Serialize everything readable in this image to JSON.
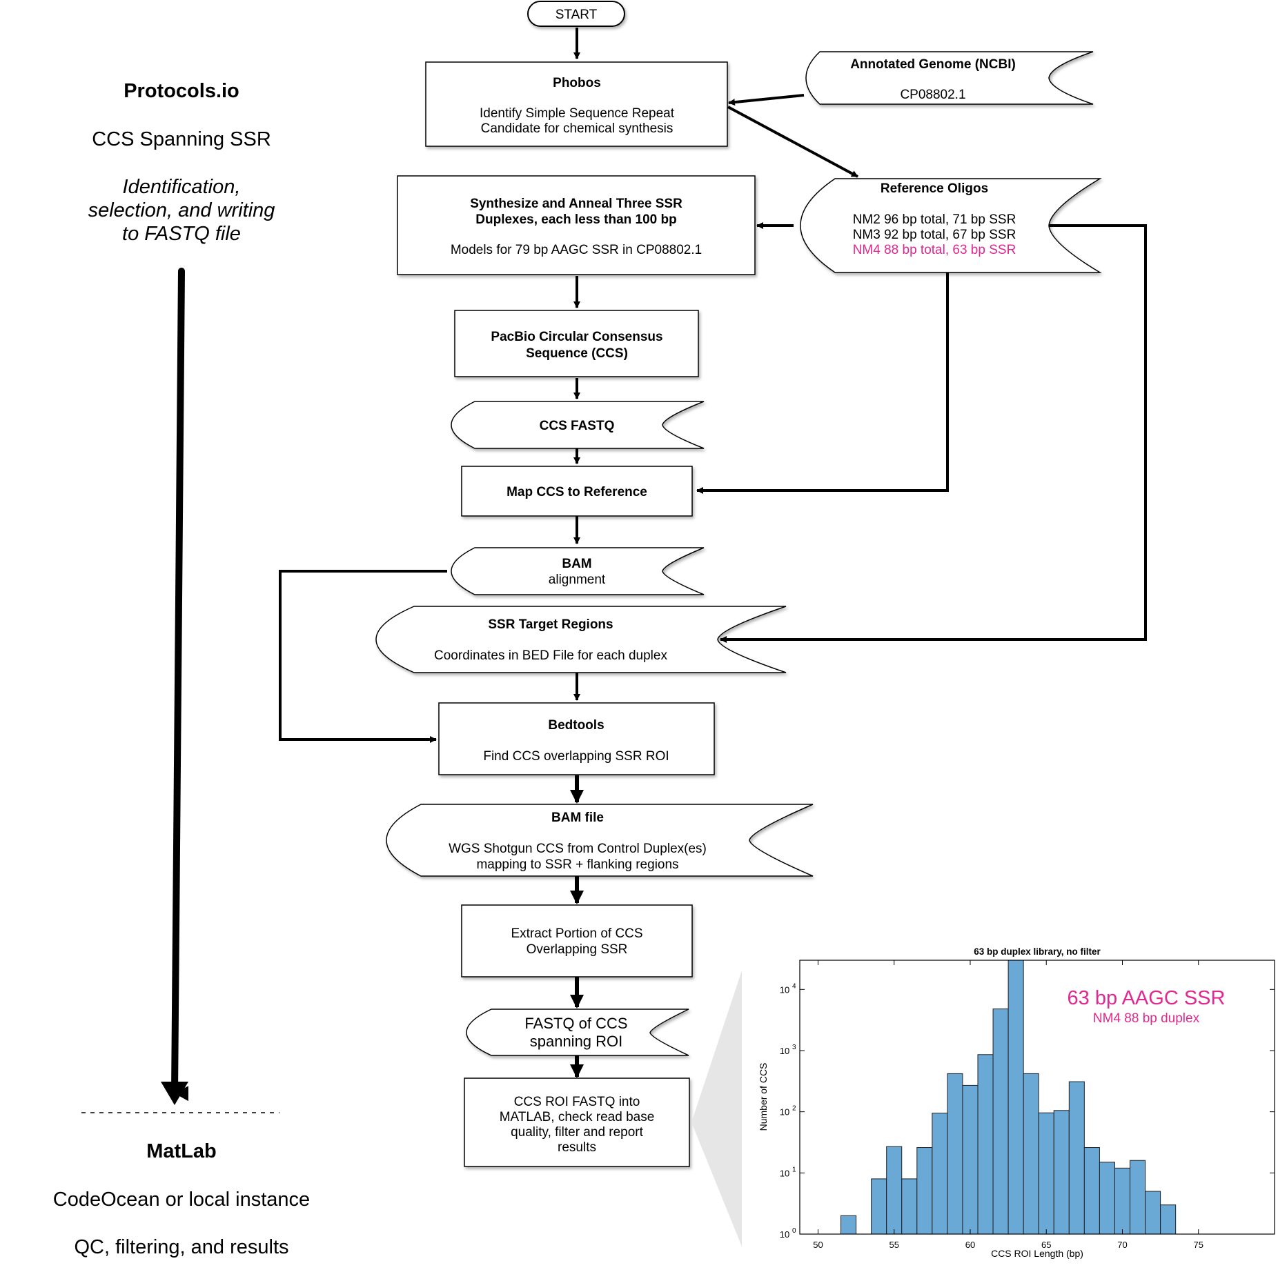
{
  "colors": {
    "accent": "#e0288f",
    "bar": "#6aa8d6",
    "bar_edge": "#1f1f1f",
    "line": "#000000"
  },
  "sidebar": {
    "protocols_title": "Protocols.io",
    "protocols_subtitle": "CCS Spanning SSR",
    "protocols_desc": [
      "Identification,",
      "selection, and writing",
      "to FASTQ file"
    ],
    "matlab_title": "MatLab",
    "matlab_subtitle": "CodeOcean or local instance",
    "matlab_desc": "QC, filtering, and results"
  },
  "flow": {
    "start": "START",
    "phobos": {
      "title": "Phobos",
      "lines": [
        "Identify Simple Sequence  Repeat",
        "Candidate for chemical synthesis"
      ]
    },
    "genome": {
      "title": "Annotated Genome (NCBI)",
      "id": "CP08802.1"
    },
    "ref_oligos": {
      "title": "Reference Oligos",
      "lines": [
        "NM2 96 bp total, 71 bp SSR",
        "NM3 92 bp total, 67 bp SSR",
        "NM4 88 bp total, 63 bp SSR"
      ]
    },
    "synth": {
      "title_lines": [
        "Synthesize and Anneal Three SSR",
        "Duplexes, each less than 100 bp"
      ],
      "detail": "Models for 79 bp AAGC SSR in CP08802.1"
    },
    "pacbio": {
      "lines": [
        "PacBio Circular Consensus",
        "Sequence (CCS)"
      ]
    },
    "ccs_fastq": "CCS FASTQ",
    "map": "Map CCS to Reference",
    "bam": {
      "title": "BAM",
      "sub": "alignment"
    },
    "ssr_target": {
      "title": "SSR Target Regions",
      "detail": "Coordinates in BED File for each duplex"
    },
    "bedtools": {
      "title": "Bedtools",
      "detail": "Find CCS overlapping SSR ROI"
    },
    "bam_file": {
      "title": "BAM file",
      "lines": [
        "WGS Shotgun CCS from Control Duplex(es)",
        "mapping to SSR + flanking regions"
      ]
    },
    "extract": {
      "lines": [
        "Extract Portion of CCS",
        "Overlapping SSR"
      ]
    },
    "fastq_roi": {
      "lines": [
        "FASTQ of CCS",
        "spanning ROI"
      ]
    },
    "matlab_step": {
      "lines": [
        "CCS ROI  FASTQ into",
        "MATLAB,  check read base",
        "quality, filter and report",
        "results"
      ]
    }
  },
  "chart_data": {
    "type": "bar",
    "title": "63 bp duplex library, no filter",
    "xlabel": "CCS ROI Length (bp)",
    "ylabel": "Number of CCS",
    "x_scale": "linear",
    "y_scale": "log",
    "xlim": [
      48.8,
      80
    ],
    "ylim": [
      1,
      30000
    ],
    "xticks": [
      50,
      55,
      60,
      65,
      70,
      75
    ],
    "yticks": [
      1,
      10,
      100,
      1000,
      10000
    ],
    "ytick_labels": [
      {
        "base": "10",
        "exp": "0"
      },
      {
        "base": "10",
        "exp": "1"
      },
      {
        "base": "10",
        "exp": "2"
      },
      {
        "base": "10",
        "exp": "3"
      },
      {
        "base": "10",
        "exp": "4"
      }
    ],
    "bin_width": 1,
    "bins": [
      {
        "x": 51,
        "y": 1
      },
      {
        "x": 52,
        "y": 2
      },
      {
        "x": 53,
        "y": 1
      },
      {
        "x": 54,
        "y": 8
      },
      {
        "x": 55,
        "y": 27
      },
      {
        "x": 56,
        "y": 8
      },
      {
        "x": 57,
        "y": 26
      },
      {
        "x": 58,
        "y": 95
      },
      {
        "x": 59,
        "y": 420
      },
      {
        "x": 60,
        "y": 270
      },
      {
        "x": 61,
        "y": 860
      },
      {
        "x": 62,
        "y": 4800
      },
      {
        "x": 63,
        "y": 30000
      },
      {
        "x": 64,
        "y": 420
      },
      {
        "x": 65,
        "y": 96
      },
      {
        "x": 66,
        "y": 105
      },
      {
        "x": 67,
        "y": 310
      },
      {
        "x": 68,
        "y": 26
      },
      {
        "x": 69,
        "y": 15
      },
      {
        "x": 70,
        "y": 12
      },
      {
        "x": 71,
        "y": 16
      },
      {
        "x": 72,
        "y": 5
      },
      {
        "x": 73,
        "y": 3
      },
      {
        "x": 74,
        "y": 1
      },
      {
        "x": 76,
        "y": 1
      },
      {
        "x": 77,
        "y": 1
      },
      {
        "x": 78,
        "y": 1
      }
    ],
    "annotation": {
      "title": "63 bp AAGC SSR",
      "subtitle": "NM4 88 bp duplex"
    },
    "grid": false
  }
}
